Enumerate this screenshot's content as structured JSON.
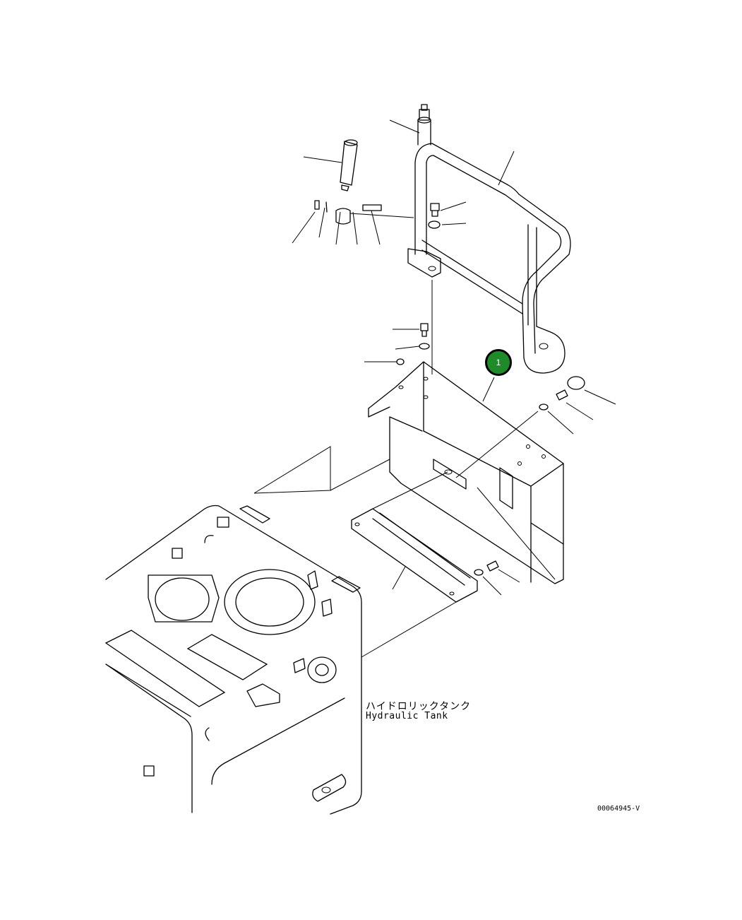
{
  "labels": {
    "part_name_jp": "ハイドロリックタンク",
    "part_name_en": "Hydraulic Tank",
    "drawing_code": "00064945-V"
  },
  "callout": {
    "number": "1",
    "color": "#1f8a2a"
  },
  "colors": {
    "line": "#000000",
    "background": "#ffffff"
  }
}
